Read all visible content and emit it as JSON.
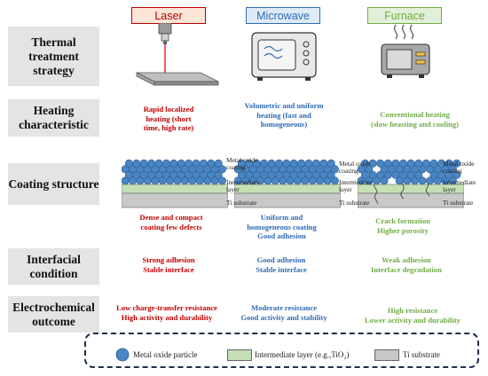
{
  "columns": [
    {
      "label": "Laser",
      "color": "#c00000",
      "bg": "#fbe5d6",
      "border": "#c00000"
    },
    {
      "label": "Microwave",
      "color": "#2e6bb5",
      "bg": "#deebf7",
      "border": "#2e6bb5"
    },
    {
      "label": "Furnace",
      "color": "#70ad47",
      "bg": "#e2f0d9",
      "border": "#70ad47"
    }
  ],
  "rows": {
    "thermal": "Thermal treatment strategy",
    "heating": "Heating characteristic",
    "coating": "Coating structure",
    "interfacial": "Interfacial condition",
    "electro": "Electrochemical outcome"
  },
  "heating": {
    "laser": [
      "Rapid localized",
      "heating (short",
      "time, high rate)"
    ],
    "microwave": [
      "Volumetric and uniform",
      "heating (fast and",
      "homogeneous)"
    ],
    "furnace": [
      "Conventional heating",
      "(slow heasting and cooling)"
    ]
  },
  "coating": {
    "layer_labels": {
      "metal_oxide": [
        "Metal oxide",
        "coating"
      ],
      "intermediate": [
        "Intermediate",
        "layer"
      ],
      "substrate": "Ti substrate"
    },
    "laser": [
      "Dense and compact",
      "coating few defects"
    ],
    "microwave": [
      "Uniform and",
      "homogeneous coating",
      "Good adhesion"
    ],
    "furnace": [
      "Crack formation",
      "Higher porosity"
    ]
  },
  "interfacial": {
    "laser": [
      "Strong adhesion",
      "Stable interface"
    ],
    "microwave": [
      "Good adhesion",
      "Stable interface"
    ],
    "furnace": [
      "Weak adhesion",
      "Interface degradation"
    ]
  },
  "electro": {
    "laser": [
      "Low charge-transfer resistance",
      "High activity and durability"
    ],
    "microwave": [
      "Moderate resistance",
      "Good activity and stability"
    ],
    "furnace": [
      "High resistance",
      "Lower activity and durability"
    ]
  },
  "legend": {
    "particle": "Metal oxide particle",
    "intermediate": "Intermediate layer (e.g.,TiO₂)",
    "substrate": "Ti substrate",
    "particle_color": "#4a86c5",
    "intermediate_color": "#c5e0b4",
    "substrate_color": "#c8c8c8"
  }
}
